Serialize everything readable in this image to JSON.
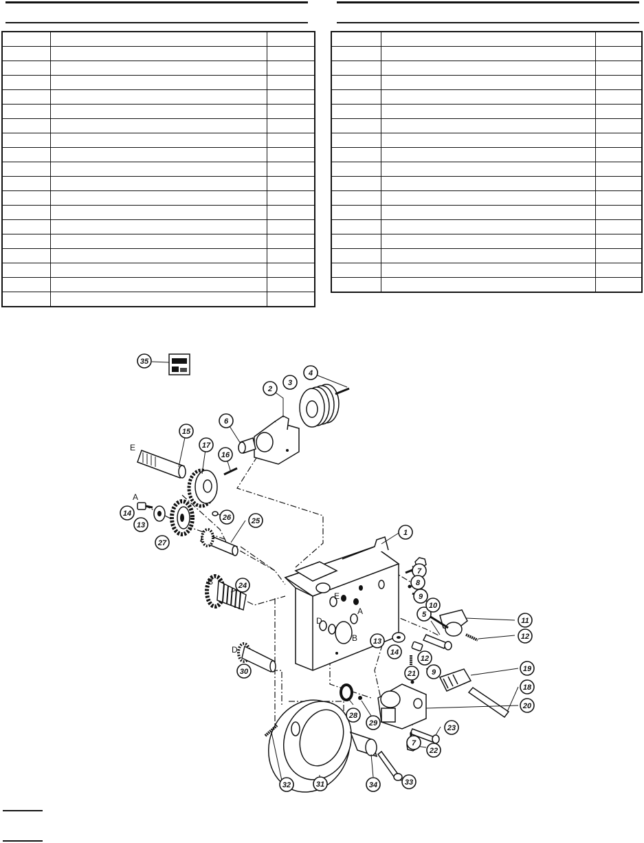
{
  "figure": {
    "callouts": [
      {
        "id": "c1",
        "label": "1"
      },
      {
        "id": "c2",
        "label": "2"
      },
      {
        "id": "c3",
        "label": "3"
      },
      {
        "id": "c4",
        "label": "4"
      },
      {
        "id": "c5",
        "label": "5"
      },
      {
        "id": "c6",
        "label": "6"
      },
      {
        "id": "c7a",
        "label": "7"
      },
      {
        "id": "c7b",
        "label": "7"
      },
      {
        "id": "c8",
        "label": "8"
      },
      {
        "id": "c9a",
        "label": "9"
      },
      {
        "id": "c9b",
        "label": "9"
      },
      {
        "id": "c10",
        "label": "10"
      },
      {
        "id": "c11",
        "label": "11"
      },
      {
        "id": "c12a",
        "label": "12"
      },
      {
        "id": "c12b",
        "label": "12"
      },
      {
        "id": "c13a",
        "label": "13"
      },
      {
        "id": "c13b",
        "label": "13"
      },
      {
        "id": "c14a",
        "label": "14"
      },
      {
        "id": "c14b",
        "label": "14"
      },
      {
        "id": "c15",
        "label": "15"
      },
      {
        "id": "c16",
        "label": "16"
      },
      {
        "id": "c17",
        "label": "17"
      },
      {
        "id": "c18",
        "label": "18"
      },
      {
        "id": "c19",
        "label": "19"
      },
      {
        "id": "c20",
        "label": "20"
      },
      {
        "id": "c21",
        "label": "21"
      },
      {
        "id": "c22",
        "label": "22"
      },
      {
        "id": "c23",
        "label": "23"
      },
      {
        "id": "c24",
        "label": "24"
      },
      {
        "id": "c25",
        "label": "25"
      },
      {
        "id": "c26",
        "label": "26"
      },
      {
        "id": "c27",
        "label": "27"
      },
      {
        "id": "c28",
        "label": "28"
      },
      {
        "id": "c29",
        "label": "29"
      },
      {
        "id": "c30",
        "label": "30"
      },
      {
        "id": "c31",
        "label": "31"
      },
      {
        "id": "c32",
        "label": "32"
      },
      {
        "id": "c33",
        "label": "33"
      },
      {
        "id": "c34",
        "label": "34"
      },
      {
        "id": "c35",
        "label": "35"
      }
    ],
    "letters": {
      "A_shaft": "A",
      "E_shaft": "E",
      "B_gear": "B",
      "D_shaft": "D",
      "E_body": "E",
      "A_body": "A",
      "B_body": "B",
      "D_body": "D"
    }
  }
}
